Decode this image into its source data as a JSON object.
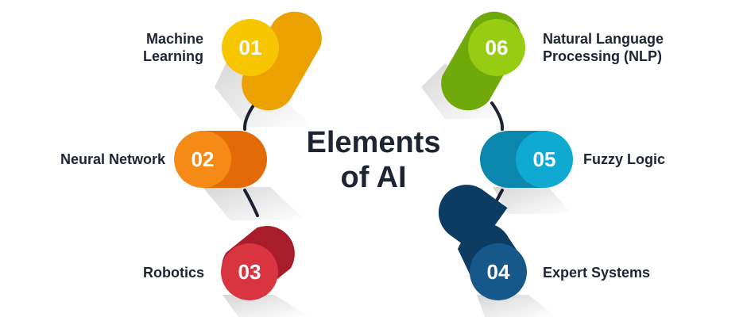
{
  "title": {
    "line1": "Elements",
    "line2": "of AI"
  },
  "elements": [
    {
      "number": "01",
      "label": "Machine\nLearning",
      "colors": {
        "front": "#f7c600",
        "back": "#eba200"
      }
    },
    {
      "number": "02",
      "label": "Neural Network",
      "colors": {
        "front": "#f58a16",
        "back": "#e46a08"
      }
    },
    {
      "number": "03",
      "label": "Robotics",
      "colors": {
        "front": "#d93440",
        "back": "#a91c2b"
      }
    },
    {
      "number": "04",
      "label": "Expert Systems",
      "colors": {
        "front": "#17588a",
        "back": "#0d3c63"
      }
    },
    {
      "number": "05",
      "label": "Fuzzy Logic",
      "colors": {
        "front": "#10a9d2",
        "back": "#0b86ac"
      }
    },
    {
      "number": "06",
      "label": "Natural Language\nProcessing (NLP)",
      "colors": {
        "front": "#96cd12",
        "back": "#6fa90a"
      }
    }
  ],
  "colors": {
    "text": "#1f2433",
    "connector": "#1f2433"
  }
}
